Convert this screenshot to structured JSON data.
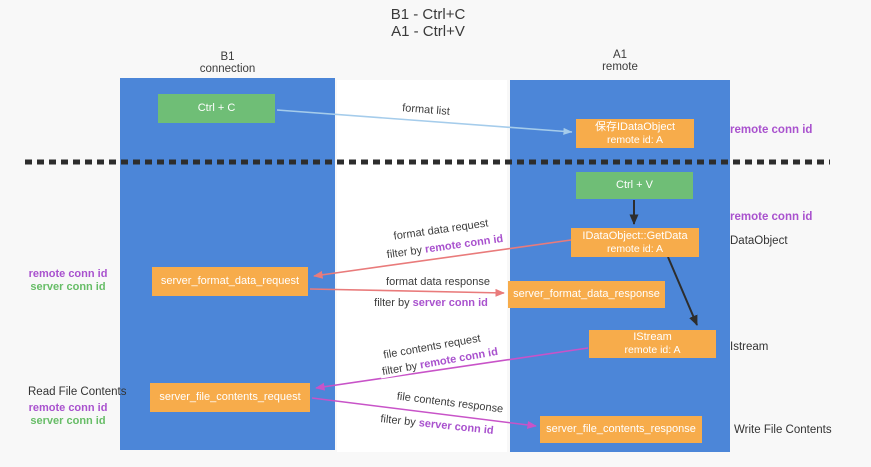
{
  "title": {
    "line1": "B1 - Ctrl+C",
    "line2": "A1 - Ctrl+V"
  },
  "columns": {
    "b1": {
      "name": "B1",
      "subtitle": "connection"
    },
    "a1": {
      "name": "A1",
      "subtitle": "remote"
    }
  },
  "terms": {
    "remote_conn_id": "remote conn id",
    "server_conn_id": "server conn id",
    "remote_id_a": "remote id: A",
    "filter_by": "filter by "
  },
  "boxes": {
    "ctrl_c": "Ctrl + C",
    "ctrl_v": "Ctrl + V",
    "save_dataobject": "保存IDataObject",
    "getdata": "IDataObject::GetData",
    "istream": "IStream",
    "format_request": "server_format_data_request",
    "format_response": "server_format_data_response",
    "file_request": "server_file_contents_request",
    "file_response": "server_file_contents_response"
  },
  "annotations": {
    "dataobject": "DataObject",
    "istream": "Istream",
    "read_file_contents": "Read File Contents",
    "write_file_contents": "Write File Contents"
  },
  "flow_labels": {
    "format_list": "format list",
    "format_data_request": "format data request",
    "format_data_response": "format data response",
    "file_contents_request": "file contents request",
    "file_contents_response": "file contents response"
  },
  "colors": {
    "column_blue": "#4c86d8",
    "box_orange": "#f7ac4b",
    "box_green": "#6fbe76",
    "purple_text": "#a952ce",
    "green_text": "#67bd67",
    "red_arrow": "#e97b7b",
    "magenta_arrow": "#c853c8",
    "light_blue_arrow": "#a5cceb",
    "black_arrow": "#2d2d2d"
  }
}
